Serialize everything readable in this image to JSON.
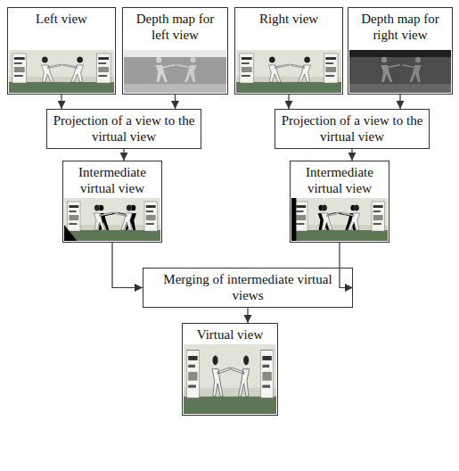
{
  "diagram": {
    "nodes": [
      {
        "text": [
          "Left view"
        ]
      },
      {
        "text": [
          "Depth map for left view"
        ]
      },
      {
        "text": [
          "Right view"
        ]
      },
      {
        "text": [
          "Depth map for right view"
        ]
      },
      {
        "text": [
          "Projection of a view to the virtual view"
        ]
      },
      {
        "text": [
          "Projection of a view to the virtual view"
        ]
      },
      {
        "text": [
          "Intermediate virtual view"
        ]
      },
      {
        "text": [
          "Intermediate virtual view"
        ]
      },
      {
        "text": [
          "Merging of intermediate virtual views"
        ]
      },
      {
        "text": [
          "Virtual view"
        ]
      }
    ],
    "edges": [
      {
        "from": 0,
        "to": 4,
        "arrow": "to"
      },
      {
        "from": 1,
        "to": 4,
        "arrow": "to"
      },
      {
        "from": 2,
        "to": 5,
        "arrow": "to"
      },
      {
        "from": 3,
        "to": 5,
        "arrow": "to"
      },
      {
        "from": 4,
        "to": 6,
        "arrow": "to"
      },
      {
        "from": 5,
        "to": 7,
        "arrow": "to"
      },
      {
        "from": 6,
        "to": 8,
        "arrow": "to"
      },
      {
        "from": 7,
        "to": 8,
        "arrow": "to"
      },
      {
        "from": 8,
        "to": 9,
        "arrow": "to"
      }
    ]
  }
}
